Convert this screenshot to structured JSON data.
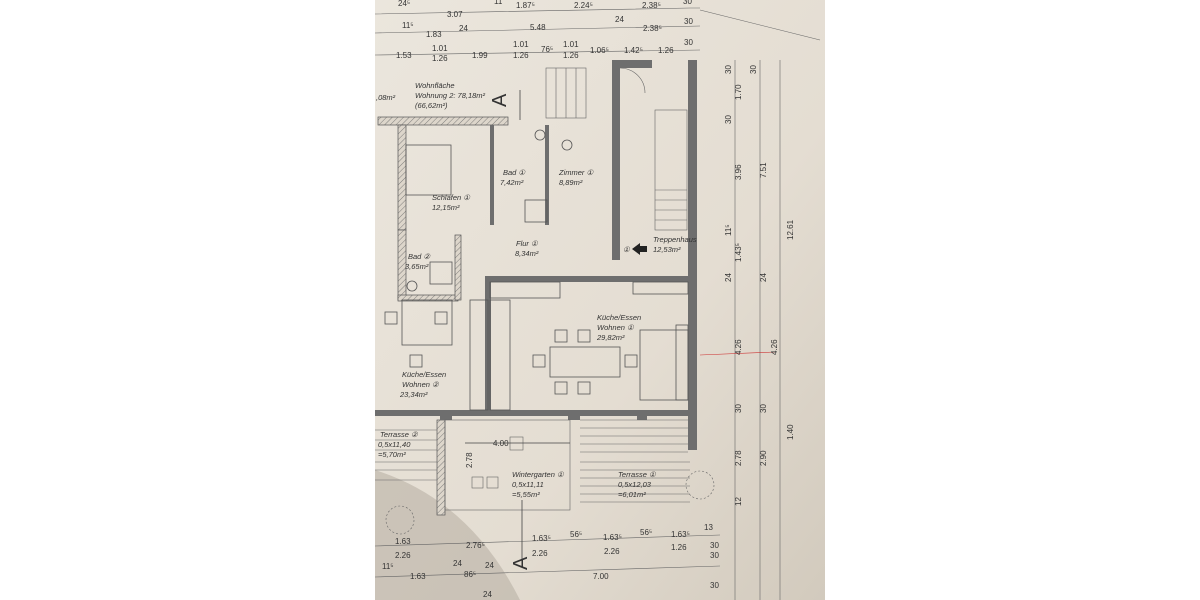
{
  "plan": {
    "summary": {
      "label": "Wohnfläche",
      "unit_line": "Wohnung 2: 78,18m²",
      "sub": "(66,62m²)",
      "left_fragment": ",08m²"
    },
    "section_marker": "A",
    "rooms": [
      {
        "name": "Schlafen ①",
        "area": "12,15m²"
      },
      {
        "name": "Bad ①",
        "area": "7,42m²"
      },
      {
        "name": "Zimmer ①",
        "area": "8,89m²"
      },
      {
        "name": "Flur ①",
        "area": "8,34m²"
      },
      {
        "name": "Treppenhaus",
        "area": "12,53m²",
        "marker": "①"
      },
      {
        "name": "Bad ②",
        "area": "3,65m²"
      },
      {
        "name": "Küche/Essen",
        "name2": "Wohnen ①",
        "area": "29,82m²"
      },
      {
        "name": "Küche/Essen",
        "name2": "Wohnen ②",
        "area": "23,34m²"
      },
      {
        "name": "Terrasse ②",
        "formula": "0,5x11,40",
        "area": "=5,70m²"
      },
      {
        "name": "Wintergarten ①",
        "formula": "0,5x11,11",
        "area": "=5,55m²"
      },
      {
        "name": "Terrasse ①",
        "formula": "0,5x12,03",
        "area": "=6,01m²"
      }
    ],
    "top_dims": {
      "row1": [
        "24⁵",
        "3.07",
        "11",
        "1.87⁵",
        "2.24⁵",
        "2.38⁵",
        "30"
      ],
      "row2": [
        "11⁵",
        "1.83",
        "24",
        "5.48",
        "24",
        "2.38⁵",
        "30"
      ],
      "row3": [
        "1.53",
        "1.01",
        "1.26",
        "1.99",
        "1.01",
        "1.26",
        "76⁵",
        "1.01",
        "1.26",
        "1.06⁵",
        "1.42⁵",
        "1.26",
        "30"
      ]
    },
    "right_dims": {
      "col1": [
        "30",
        "1.70",
        "30",
        "3.96",
        "11⁵",
        "1.43⁵",
        "24",
        "4.26",
        "30",
        "2.78",
        "12"
      ],
      "col2": [
        "30",
        "7.51",
        "24",
        "4.26",
        "30",
        "2.90"
      ],
      "col3": [
        "12.61",
        "1.40"
      ]
    },
    "inner_dims": {
      "width": "4.00",
      "height": "2.78"
    },
    "bottom_dims": {
      "row1": [
        "1.63",
        "2.76⁵",
        "1.63⁵",
        "56⁵",
        "1.63⁵",
        "56⁵",
        "1.63⁵",
        "13"
      ],
      "row1_under": [
        "2.26",
        "2.26",
        "2.26",
        "1.26"
      ],
      "row2": [
        "11⁵",
        "1.63",
        "24",
        "86⁵",
        "24",
        "7.00",
        "30",
        "30",
        "30"
      ],
      "row3": [
        "24"
      ]
    },
    "colors": {
      "paper": "#e6e0d6",
      "wall": "#6e6e6e",
      "line": "#444444"
    }
  }
}
